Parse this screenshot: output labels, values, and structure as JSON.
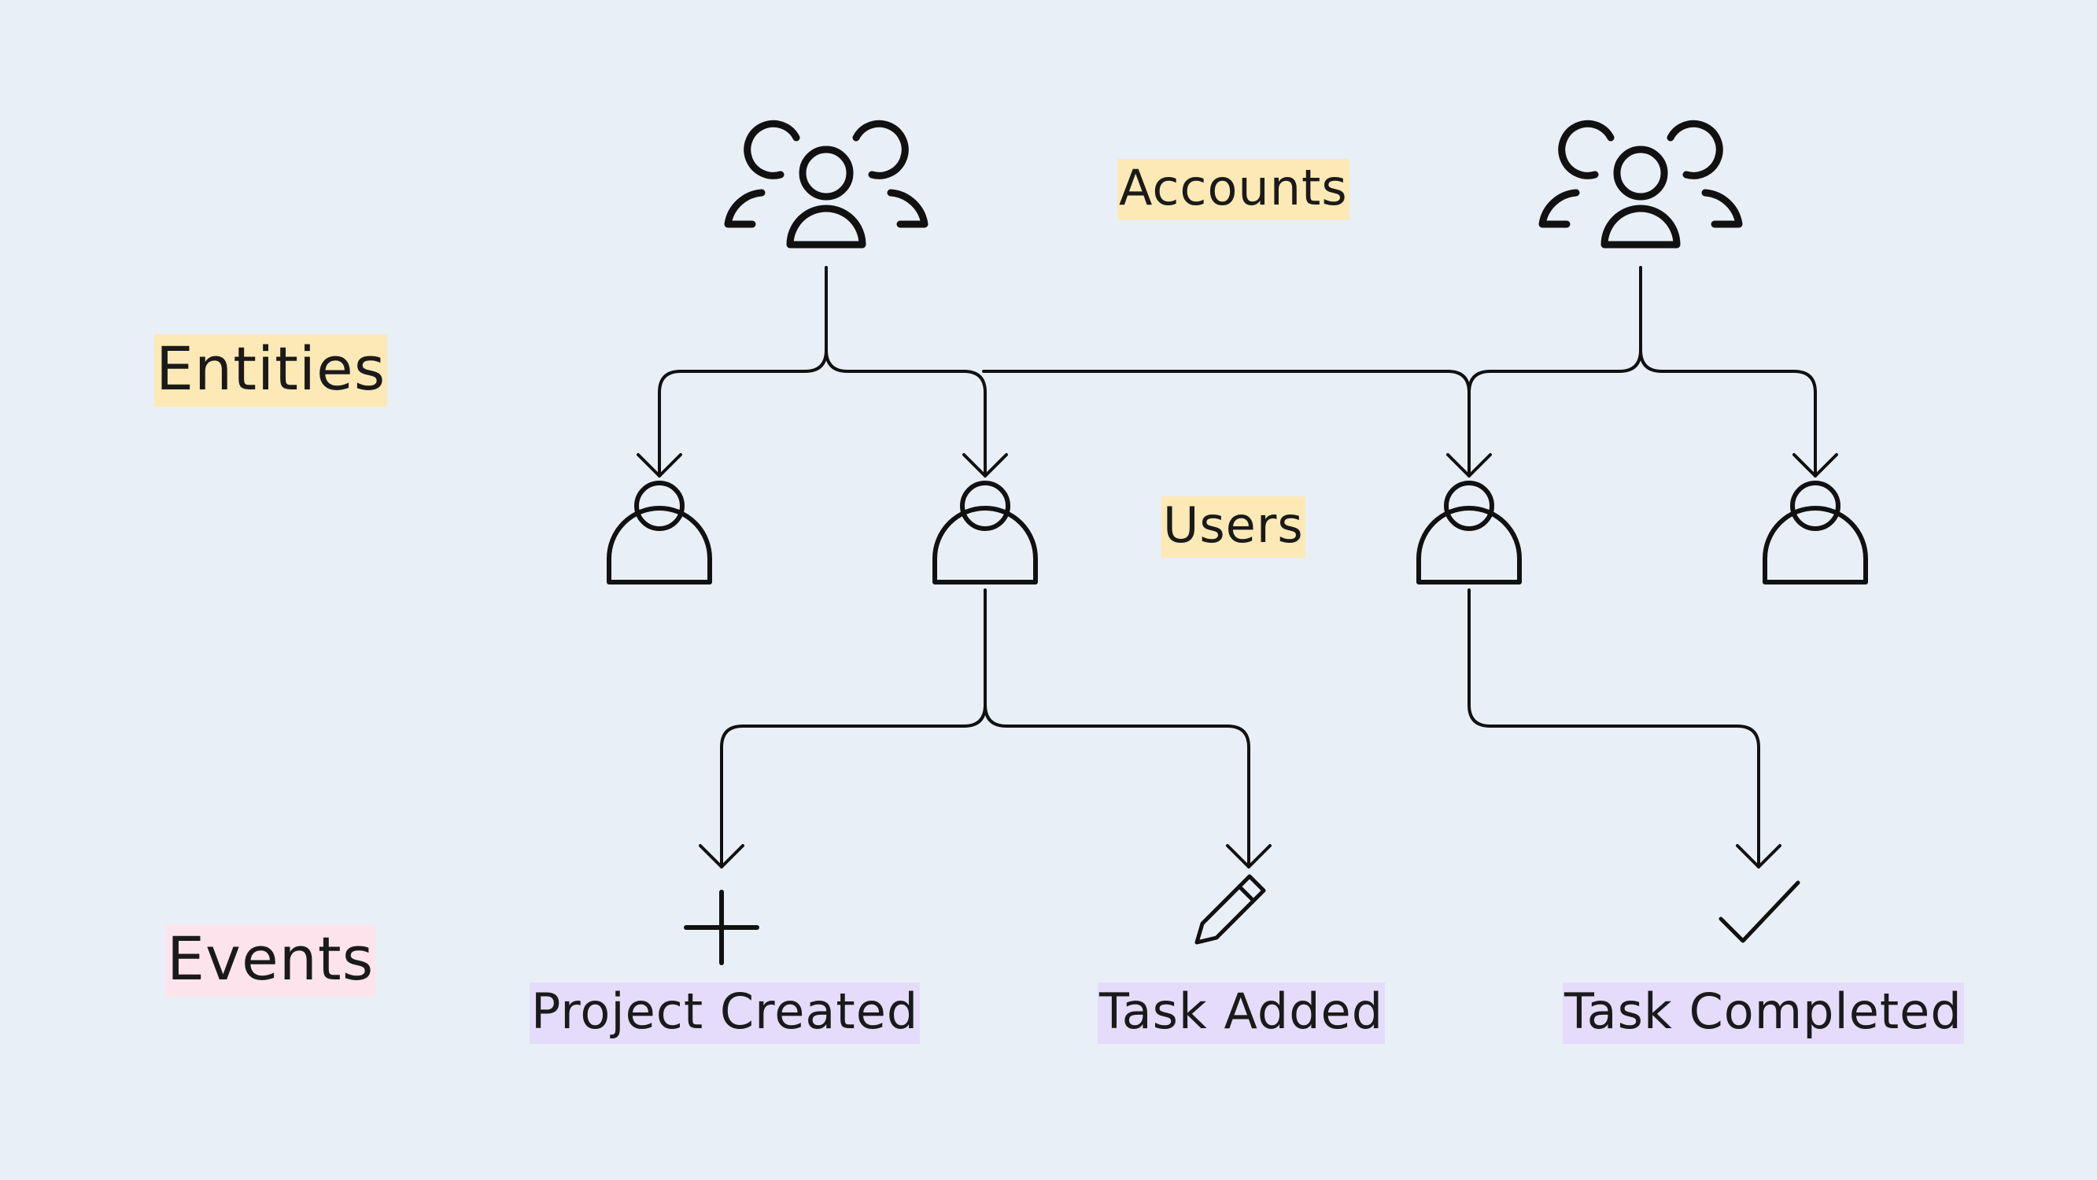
{
  "sections": {
    "entities": "Entities",
    "events": "Events"
  },
  "groups": {
    "accounts": "Accounts",
    "users": "Users"
  },
  "events": [
    {
      "label": "Project Created",
      "icon": "plus-icon"
    },
    {
      "label": "Task Added",
      "icon": "pencil-icon"
    },
    {
      "label": "Task Completed",
      "icon": "checkmark-icon"
    }
  ],
  "colors": {
    "background": "#e8eff7",
    "stroke": "#111111",
    "highlight_yellow": "#fde9b5",
    "highlight_pink": "#fde4ec",
    "highlight_purple": "#e4dcfa"
  }
}
